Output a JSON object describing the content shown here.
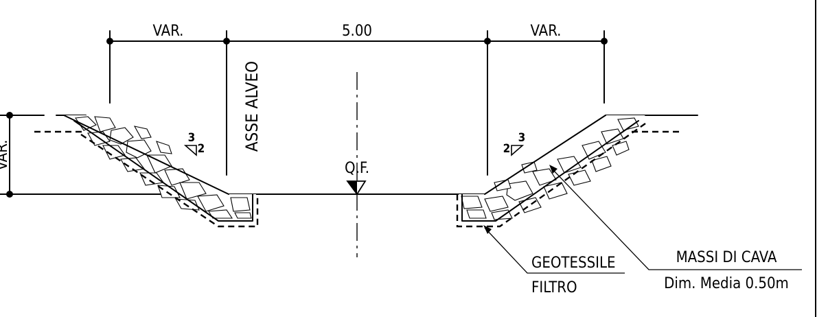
{
  "dimensions": {
    "left_var": "VAR.",
    "center_width": "5.00",
    "right_var": "VAR.",
    "height_var": "VAR."
  },
  "labels": {
    "axis": "ASSE ALVEO",
    "bed_level": "Q.F.",
    "geotextile_line1": "GEOTESSILE",
    "geotextile_line2": "FILTRO",
    "rocks_line1": "MASSI DI CAVA",
    "rocks_line2": "Dim. Media 0.50m"
  },
  "slopes": {
    "left_rise": "3",
    "left_run": "2",
    "right_rise": "3",
    "right_run": "2"
  }
}
